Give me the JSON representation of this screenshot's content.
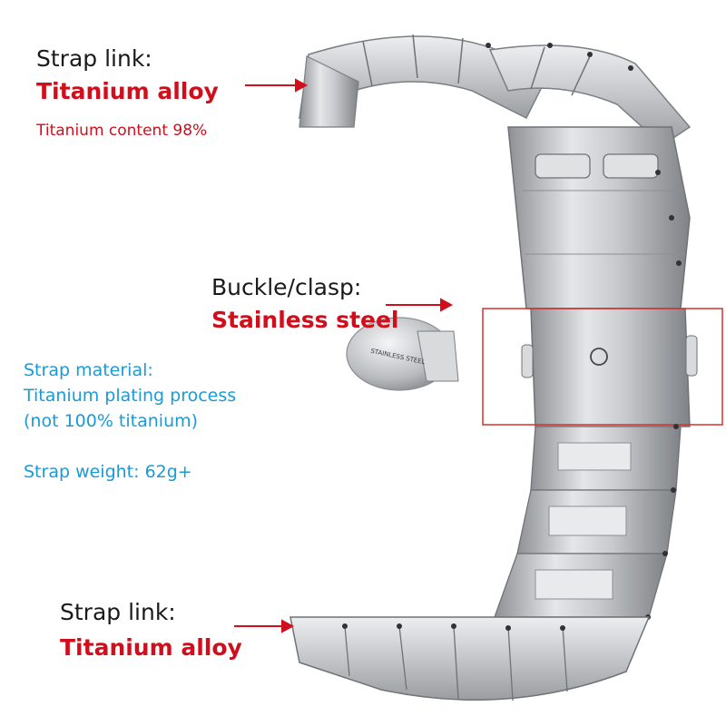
{
  "top_label": {
    "title": "Strap link:",
    "material": "Titanium alloy",
    "note": "Titanium content 98%"
  },
  "buckle_label": {
    "title": "Buckle/clasp:",
    "material": "Stainless steel"
  },
  "strap_info": {
    "material_title": "Strap material:",
    "process": "Titanium plating process",
    "purity_note": "(not 100% titanium)",
    "weight": "Strap weight: 62g+"
  },
  "bottom_label": {
    "title": "Strap link:",
    "material": "Titanium alloy"
  },
  "clasp_stamp": "STAINLESS STEEL",
  "colors": {
    "label_red": "#d10f1c",
    "label_blue": "#1a9bd6",
    "label_dark": "#1a1a1a",
    "metal": "#c9cbcd",
    "highlight_box": "#d4322c"
  },
  "icons": [
    "arrow-right-icon"
  ]
}
